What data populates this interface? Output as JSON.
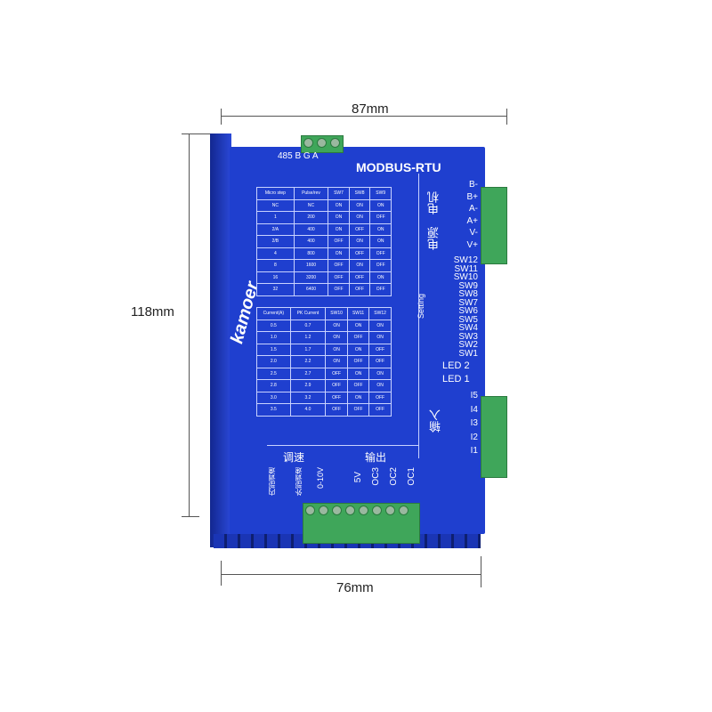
{
  "dimensions": {
    "width": "87mm",
    "height": "118mm",
    "bottom": "76mm"
  },
  "brand": "kamoer",
  "header": {
    "port_label": "485 B G A",
    "protocol": "MODBUS-RTU"
  },
  "microstep_table": {
    "headers": [
      "Micro step",
      "Pulse/rev",
      "SW7",
      "SW8",
      "SW9"
    ],
    "rows": [
      [
        "NC",
        "NC",
        "ON",
        "ON",
        "ON"
      ],
      [
        "1",
        "200",
        "ON",
        "ON",
        "OFF"
      ],
      [
        "2/A",
        "400",
        "ON",
        "OFF",
        "ON"
      ],
      [
        "2/B",
        "400",
        "OFF",
        "ON",
        "ON"
      ],
      [
        "4",
        "800",
        "ON",
        "OFF",
        "OFF"
      ],
      [
        "8",
        "1600",
        "OFF",
        "ON",
        "OFF"
      ],
      [
        "16",
        "3200",
        "OFF",
        "OFF",
        "ON"
      ],
      [
        "32",
        "6400",
        "OFF",
        "OFF",
        "OFF"
      ]
    ]
  },
  "current_table": {
    "headers": [
      "Current(A)",
      "PK Current",
      "SW10",
      "SW11",
      "SW12"
    ],
    "rows": [
      [
        "0.5",
        "0.7",
        "ON",
        "ON",
        "ON"
      ],
      [
        "1.0",
        "1.2",
        "ON",
        "OFF",
        "ON"
      ],
      [
        "1.5",
        "1.7",
        "ON",
        "ON",
        "OFF"
      ],
      [
        "2.0",
        "2.2",
        "ON",
        "OFF",
        "OFF"
      ],
      [
        "2.5",
        "2.7",
        "OFF",
        "ON",
        "ON"
      ],
      [
        "2.8",
        "2.9",
        "OFF",
        "OFF",
        "ON"
      ],
      [
        "3.0",
        "3.2",
        "OFF",
        "ON",
        "OFF"
      ],
      [
        "3.5",
        "4.0",
        "OFF",
        "OFF",
        "OFF"
      ]
    ]
  },
  "motor": {
    "label_motor": "电机",
    "label_power": "电源",
    "pins": [
      "B-",
      "B+",
      "A-",
      "A+",
      "V-",
      "V+"
    ]
  },
  "setting": {
    "label": "Setting",
    "switches": [
      "SW12",
      "SW11",
      "SW10",
      "SW9",
      "SW8",
      "SW7",
      "SW6",
      "SW5",
      "SW4",
      "SW3",
      "SW2",
      "SW1"
    ]
  },
  "leds": [
    "LED 2",
    "LED 1"
  ],
  "inputs": {
    "label": "输入",
    "pins": [
      "I5",
      "I4",
      "I3",
      "I2",
      "I1"
    ]
  },
  "speed": {
    "label": "调速",
    "items": [
      "内部调速",
      "外部调速",
      "0-10V"
    ]
  },
  "output": {
    "label": "输出",
    "items": [
      "5V",
      "OC3",
      "OC2",
      "OC1"
    ]
  }
}
